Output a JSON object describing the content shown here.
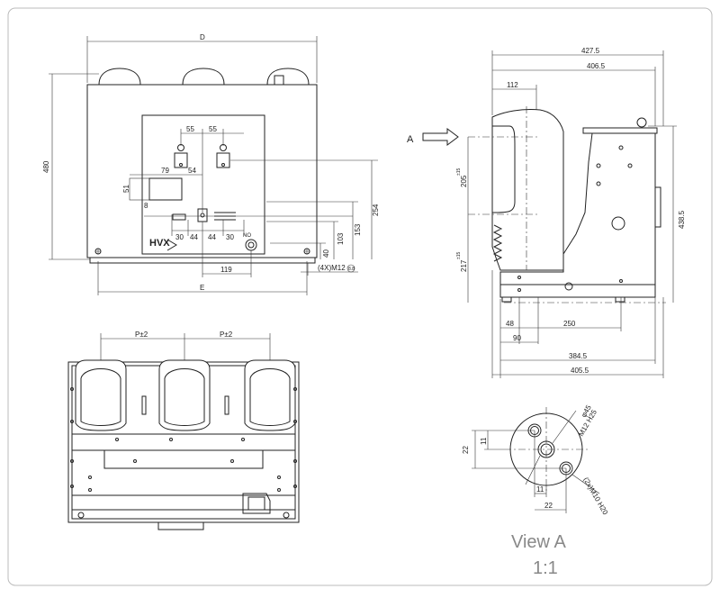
{
  "front_view": {
    "overall_width": "D",
    "overall_height": "480",
    "bottom_width": "E",
    "panel_55_left": "55",
    "panel_55_right": "55",
    "dim_79": "79",
    "dim_54": "54",
    "dim_51": "51",
    "dim_8": "8",
    "row_30a": "30",
    "row_44a": "44",
    "row_44b": "44",
    "row_30b": "30",
    "right_254": "254",
    "right_153": "153",
    "right_103": "103",
    "right_40": "40",
    "dim_119": "119",
    "bolt_note": "(4X)M12",
    "bolt_mark": "8.8",
    "brand": "HVX"
  },
  "side_view": {
    "dim_427_5": "427.5",
    "dim_406_5": "406.5",
    "dim_112": "112",
    "dim_205": "205",
    "dim_205_tol": "±15",
    "dim_217": "217",
    "dim_217_tol": "±15",
    "dim_438_5": "438.5",
    "dim_48": "48",
    "dim_250": "250",
    "dim_90": "90",
    "dim_384_5": "384.5",
    "dim_405_5": "405.5",
    "arrow_label": "A"
  },
  "top_view": {
    "pitch_left": "P±2",
    "pitch_right": "P±2"
  },
  "view_a": {
    "diameter": "φ45",
    "thread_center": "M12 H25",
    "thread_side": "(2x)M10 H20",
    "dim_22_v": "22",
    "dim_11_v": "11",
    "dim_11_h": "11",
    "dim_22_h": "22",
    "title": "View A",
    "scale": "1:1"
  }
}
